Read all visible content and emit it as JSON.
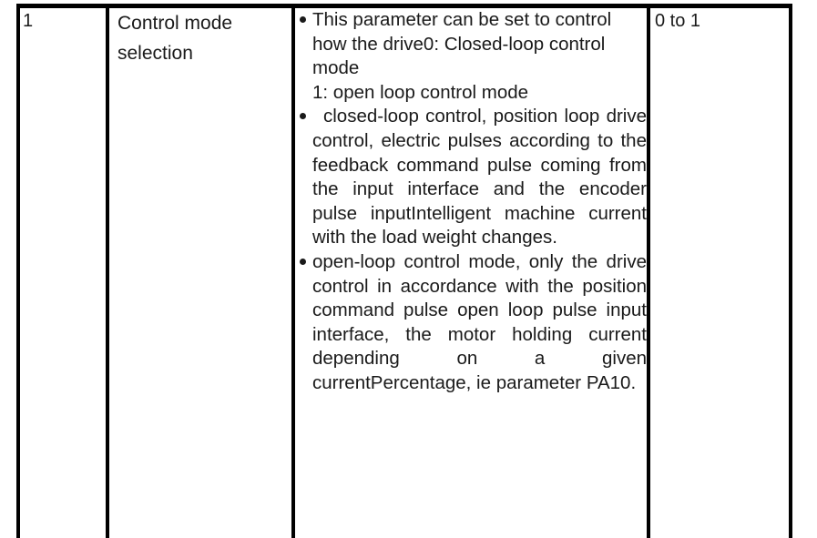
{
  "document": {
    "type": "parameter-specification-table",
    "clipped_row_above": "",
    "table": {
      "columns": [
        "index",
        "name",
        "description",
        "range"
      ],
      "rows": [
        {
          "index": "1",
          "name": "Control mode selection",
          "range": "0 to 1",
          "description_bullets": [
            {
              "style": "plain",
              "text": "This parameter can be set to control how the drive0: Closed-loop control mode\n1: open loop control mode"
            },
            {
              "style": "justify",
              "text": "closed-loop control, position loop drive control, electric pulses according to the feedback command pulse coming from the input interface and the encoder pulse inputIntelligent machine current with the load weight changes."
            },
            {
              "style": "justify",
              "text": "open-loop control mode, only the drive control in accordance with the position command pulse open loop pulse input interface, the motor holding current depending on a given currentPercentage, ie parameter PA10."
            }
          ]
        }
      ]
    },
    "colors": {
      "border": "#000000",
      "text": "#1a1a1a",
      "background": "#ffffff"
    }
  }
}
